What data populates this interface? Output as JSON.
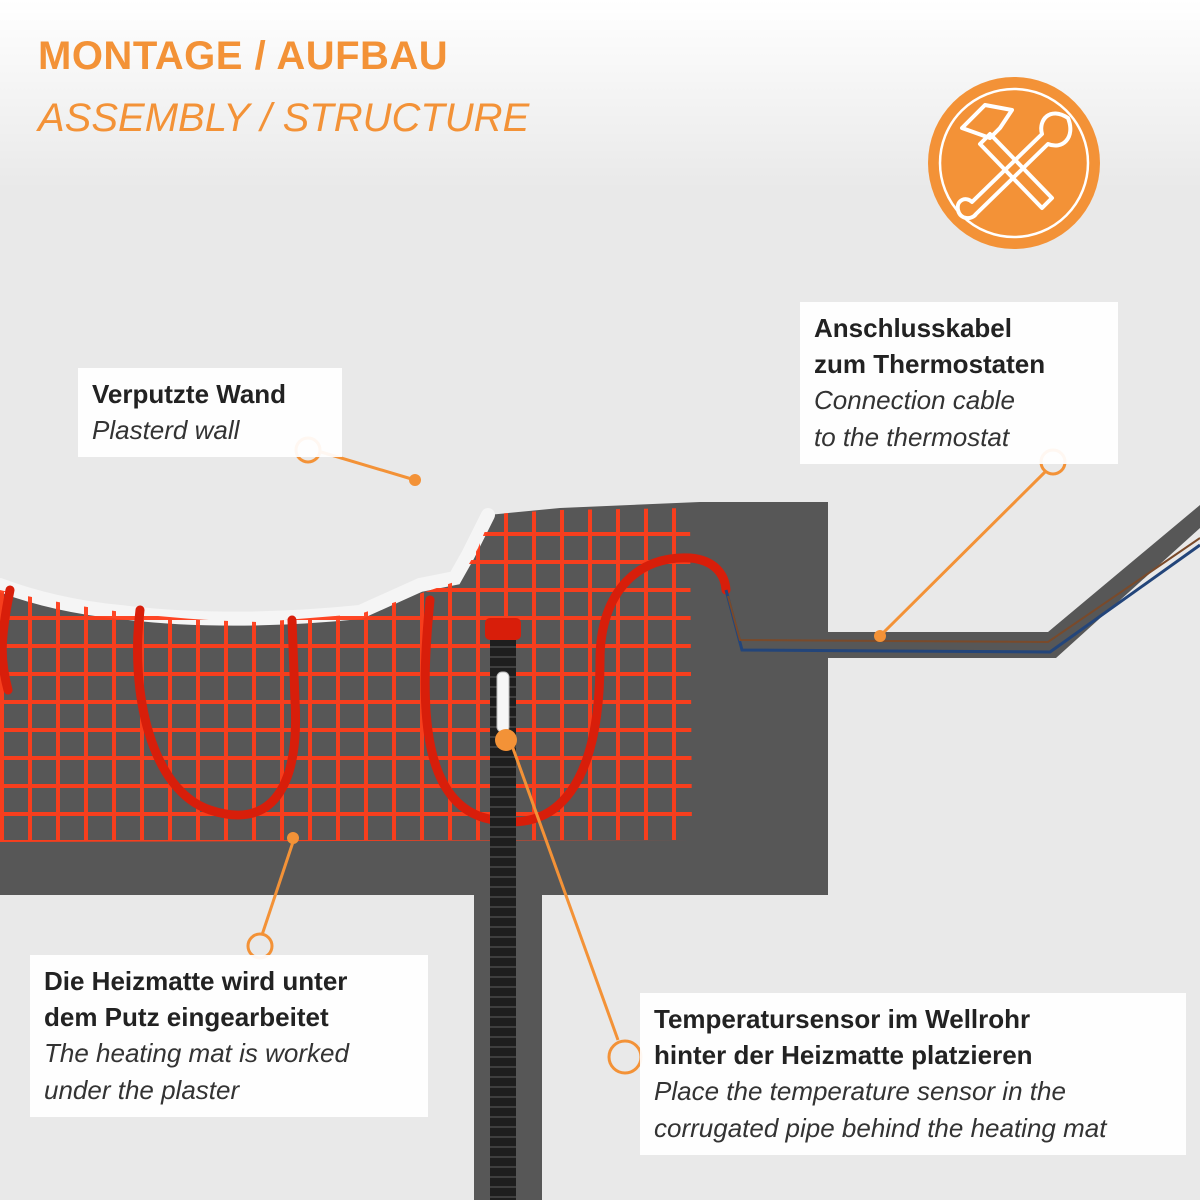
{
  "header": {
    "title_de": "MONTAGE / AUFBAU",
    "title_en": "ASSEMBLY / STRUCTURE"
  },
  "icon": {
    "name": "hammer-wrench-icon",
    "color": "#f39237"
  },
  "callouts": {
    "wall": {
      "de": "Verputzte Wand",
      "en": "Plasterd wall"
    },
    "cable": {
      "de_line1": "Anschlusskabel",
      "de_line2": "zum Thermostaten",
      "en_line1": "Connection cable",
      "en_line2": "to the thermostat"
    },
    "mat": {
      "de_line1": "Die Heizmatte wird unter",
      "de_line2": "dem Putz eingearbeitet",
      "en_line1": "The heating mat is worked",
      "en_line2": "under the plaster"
    },
    "sensor": {
      "de_line1": "Temperatursensor im Wellrohr",
      "de_line2": "hinter der Heizmatte platzieren",
      "en_line1": "Place the temperature sensor in the",
      "en_line2": "corrugated pipe behind the heating mat"
    }
  },
  "colors": {
    "accent": "#f39237",
    "plaster": "#e9e9e9",
    "groove": "#575757",
    "mesh": "#ff3d1a",
    "cable": "#d81e0a",
    "pipe": "#1e1e1e"
  }
}
